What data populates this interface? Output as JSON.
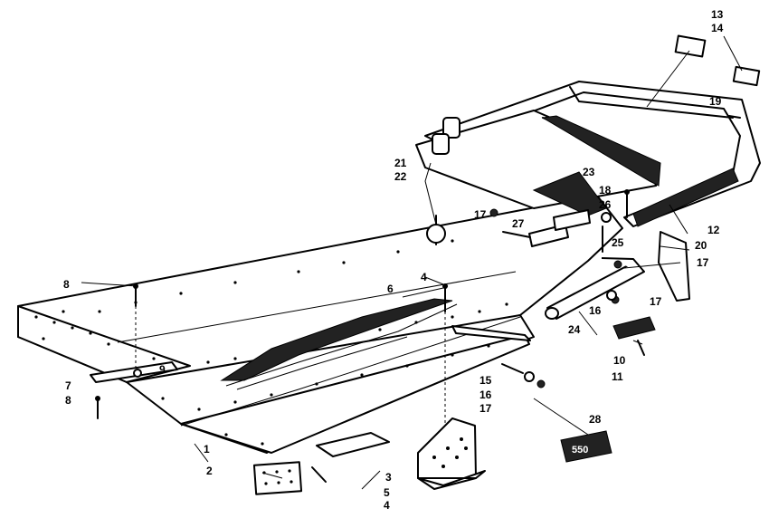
{
  "colors": {
    "ink": "#000000",
    "paper": "#ffffff"
  },
  "callouts": {
    "c1": "1",
    "c2": "2",
    "c3": "3",
    "c4a": "4",
    "c4b": "4",
    "c5": "5",
    "c6": "6",
    "c7": "7",
    "c8a": "8",
    "c8b": "8",
    "c9": "9",
    "c10": "10",
    "c11": "11",
    "c12": "12",
    "c13": "13",
    "c14": "14",
    "c15": "15",
    "c16a": "16",
    "c16b": "16",
    "c17a": "17",
    "c17b": "17",
    "c17c": "17",
    "c17d": "17",
    "c18": "18",
    "c19": "19",
    "c20": "20",
    "c21": "21",
    "c22": "22",
    "c23": "23",
    "c24": "24",
    "c25": "25",
    "c26": "26",
    "c27": "27",
    "c28": "28"
  },
  "decal_28_text": "550"
}
